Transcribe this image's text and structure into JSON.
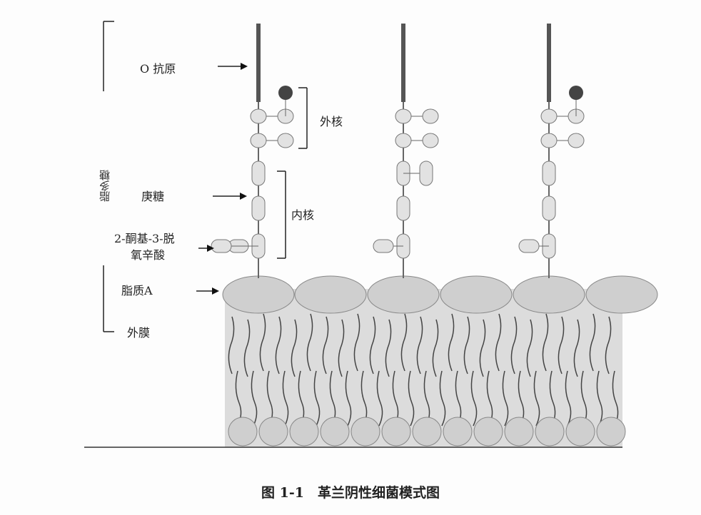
{
  "labels": {
    "o_antigen": "O 抗原",
    "outer_core": "外核",
    "heptose": "庚糖",
    "inner_core": "内核",
    "kdo_line1": "2-酮基-3-脱",
    "kdo_line2": "氧辛酸",
    "lipid_a": "脂质A",
    "outer_membrane": "外膜",
    "lps": "脂多糖"
  },
  "caption": "图 1-1　革兰阴性细菌模式图",
  "colors": {
    "membrane": "#dcdcdc",
    "lipid_head": "#cfcfcf",
    "rod": "#555555",
    "sugar": "#e2e2e2",
    "dark_ball": "#444444"
  }
}
